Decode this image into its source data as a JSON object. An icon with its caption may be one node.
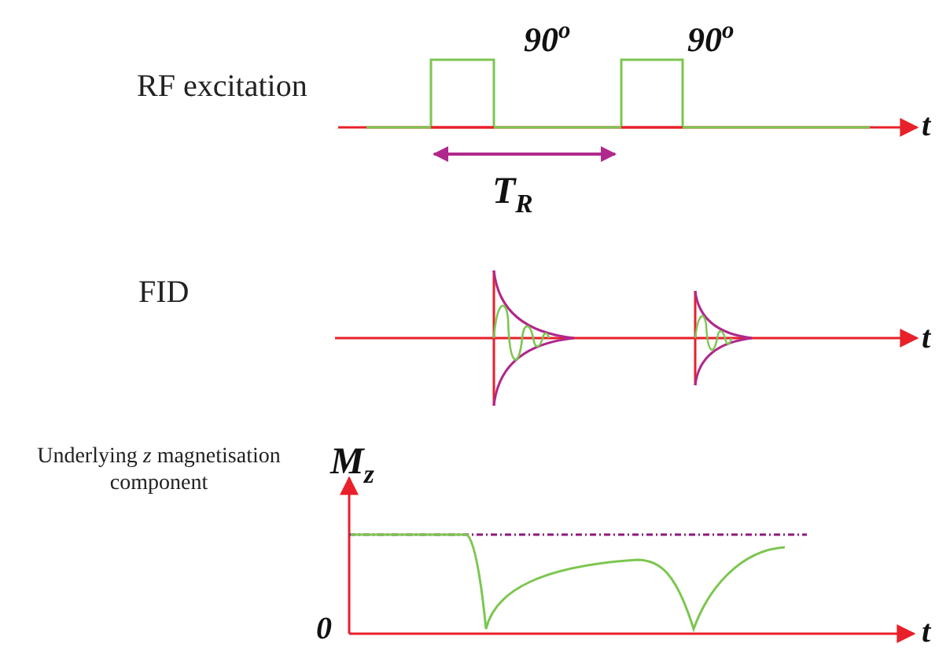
{
  "diagram": {
    "labels": [
      "RF excitation",
      "90$^{o}$",
      "90$^{o}$",
      "t",
      "T$_{R}$",
      "FID",
      "t",
      "Underlying *z* magnetisation component",
      "M$_{z}$",
      "0",
      "t"
    ]
  }
}
